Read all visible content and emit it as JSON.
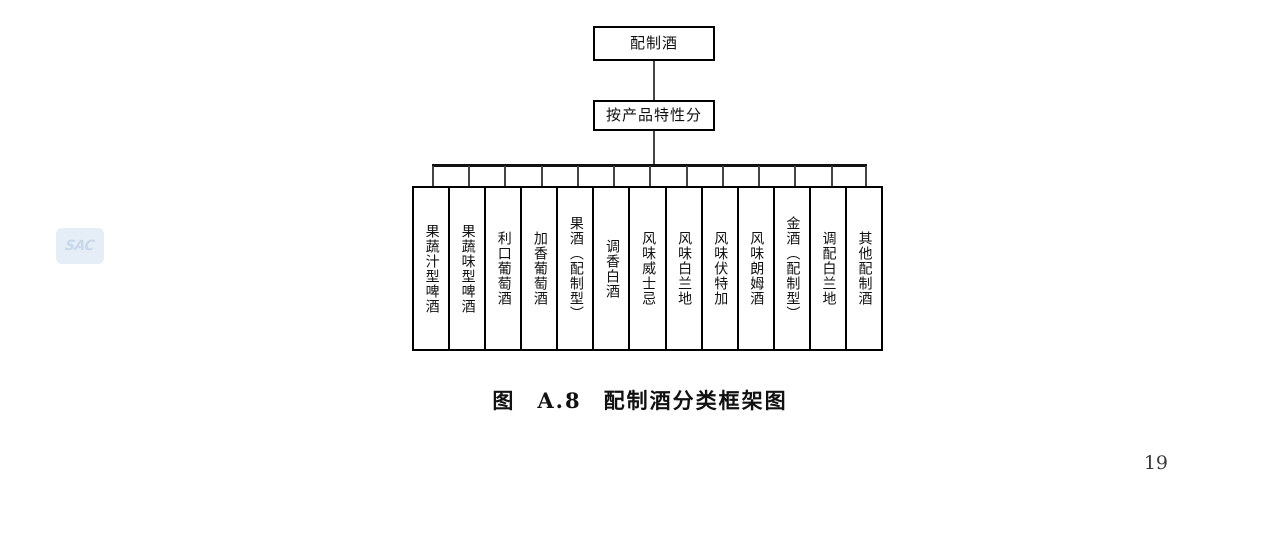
{
  "document": {
    "page_number": "19",
    "watermark_text": "SAC"
  },
  "caption": {
    "index_prefix": "图",
    "index": "A.8",
    "title": "配制酒分类框架图"
  },
  "diagram": {
    "root": {
      "label": "配制酒"
    },
    "criterion": {
      "label": "按产品特性分"
    },
    "leaves": [
      {
        "label": "果蔬汁型啤酒"
      },
      {
        "label": "果蔬味型啤酒"
      },
      {
        "label": "利口葡萄酒"
      },
      {
        "label": "加香葡萄酒"
      },
      {
        "label": "果酒（配制型）"
      },
      {
        "label": "调香白酒"
      },
      {
        "label": "风味威士忌"
      },
      {
        "label": "风味白兰地"
      },
      {
        "label": "风味伏特加"
      },
      {
        "label": "风味朗姆酒"
      },
      {
        "label": "金酒（配制型）"
      },
      {
        "label": "调配白兰地"
      },
      {
        "label": "其他配制酒"
      }
    ]
  },
  "colors": {
    "line": "#111111",
    "text": "#111111",
    "watermark": "#b6cbe4",
    "background": "#ffffff"
  }
}
